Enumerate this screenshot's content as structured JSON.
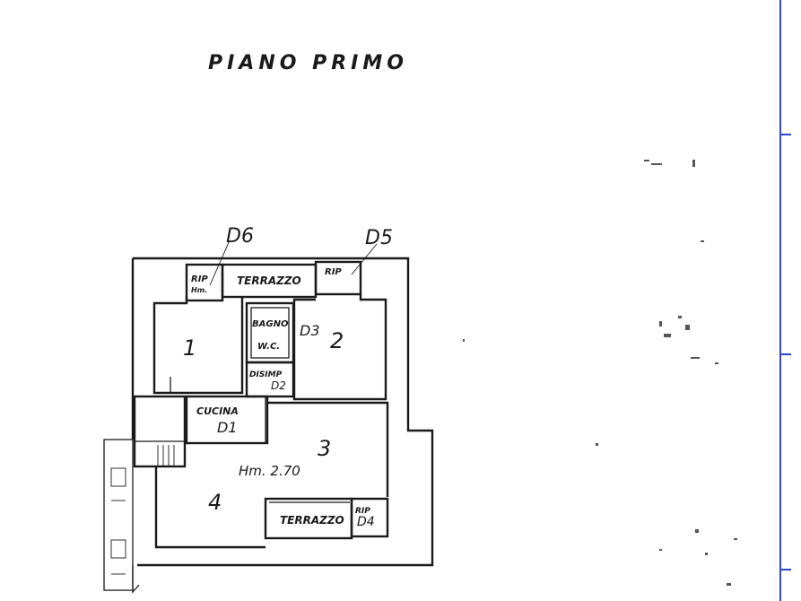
{
  "title": "PIANO PRIMO",
  "markers": {
    "d6": "D6",
    "d5": "D5",
    "d3": "D3",
    "d1": "D1",
    "d4": "D4",
    "d2": "D2"
  },
  "rooms": {
    "rip_left": "RIP",
    "rip_left_sub": "Hm.",
    "terrazzo_top": "TERRAZZO",
    "rip_top_right": "RIP",
    "bagno": "BAGNO",
    "wc": "W.C.",
    "disimp": "DISIMP",
    "cucina": "CUCINA",
    "terrazzo_bottom": "TERRAZZO",
    "rip_bottom": "RIP",
    "room_1": "1",
    "room_2": "2",
    "room_3": "3",
    "room_4": "4"
  },
  "height_note": "Hm. 2.70",
  "colors": {
    "ink": "#1a1a1a",
    "right_border": "#2b48c8"
  }
}
